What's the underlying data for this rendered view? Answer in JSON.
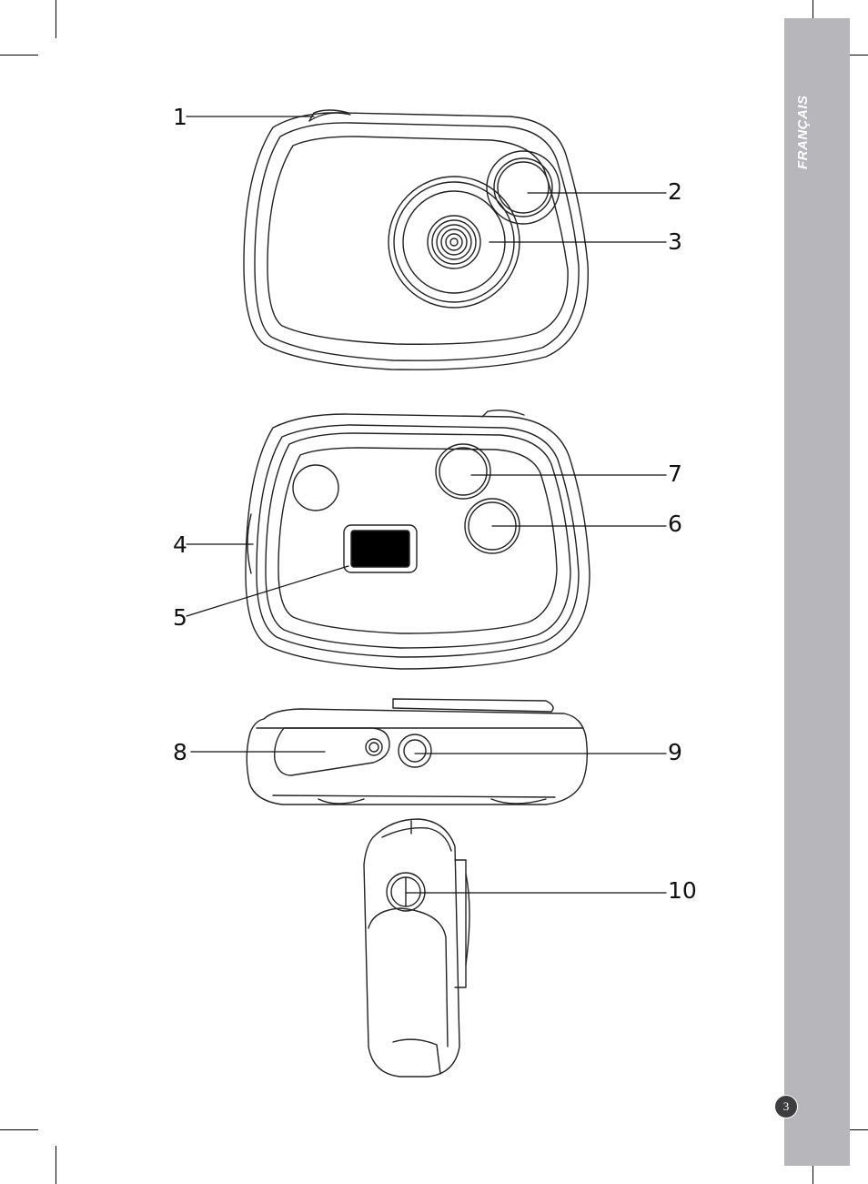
{
  "side_tab": {
    "label": "FRANÇAIS",
    "color": "#b7b7bb"
  },
  "page_number": "3",
  "callouts": {
    "c1": "1",
    "c2": "2",
    "c3": "3",
    "c4": "4",
    "c5": "5",
    "c6": "6",
    "c7": "7",
    "c8": "8",
    "c9": "9",
    "c10": "10"
  }
}
